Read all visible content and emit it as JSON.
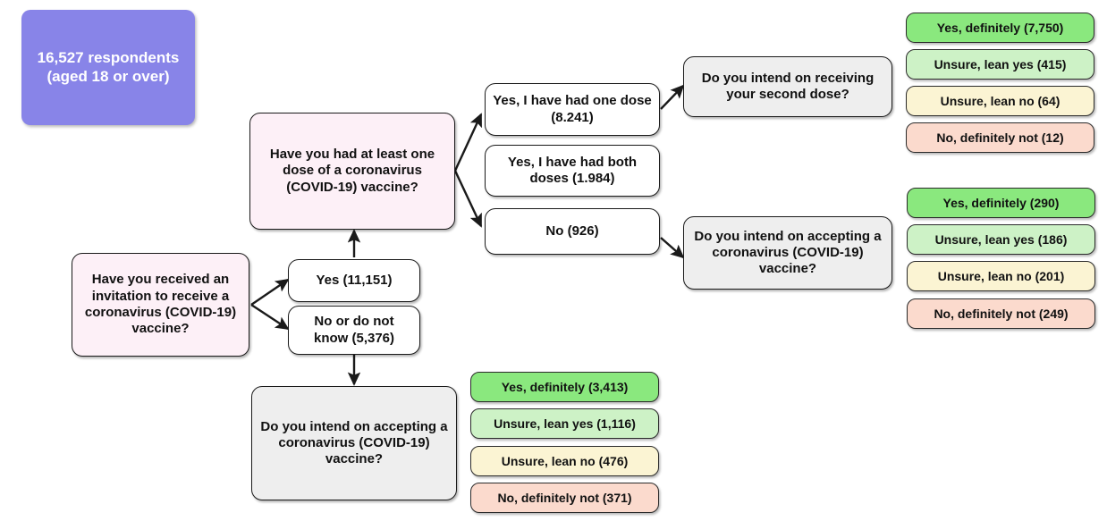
{
  "diagram": {
    "title": "COVID-19 vaccine survey response flowchart",
    "colors": {
      "root_fill": "#8884e8",
      "question_pink_fill": "#fdf0f7",
      "question_grey_fill": "#eeeeee",
      "answer_white_fill": "#ffffff",
      "option_yes_definitely": "#8ae87e",
      "option_unsure_lean_yes": "#cdf2c6",
      "option_unsure_lean_no": "#fbf4d3",
      "option_no_definitely_not": "#fbdacd",
      "edge_stroke": "#1a1a1a"
    },
    "root": {
      "label": "16,527 respondents (aged 18 or over)",
      "count": 16527
    },
    "questions": {
      "invitation": "Have you received an invitation to receive a coronavirus (COVID-19) vaccine?",
      "at_least_one_dose": "Have you had at least one dose of a coronavirus (COVID-19) vaccine?",
      "second_dose_intent": "Do you intend on receiving your second dose?",
      "accept_intent_no_dose": "Do you intend on accepting a coronavirus (COVID-19) vaccine?",
      "accept_intent_no_invite": "Do you intend on accepting a coronavirus (COVID-19) vaccine?"
    },
    "answers": {
      "invitation_yes": "Yes (11,151)",
      "invitation_no": "No or do not know (5,376)",
      "dose_one": "Yes, I have had one dose (8.241)",
      "dose_both": "Yes, I have had both doses (1.984)",
      "dose_none": "No (926)"
    },
    "option_groups": {
      "second_dose": [
        {
          "label": "Yes, definitely (7,750)",
          "style": "yes"
        },
        {
          "label": "Unsure, lean yes (415)",
          "style": "leanyes"
        },
        {
          "label": "Unsure, lean no (64)",
          "style": "leanno"
        },
        {
          "label": "No, definitely not (12)",
          "style": "no"
        }
      ],
      "accept_no_dose": [
        {
          "label": "Yes, definitely (290)",
          "style": "yes"
        },
        {
          "label": "Unsure, lean yes (186)",
          "style": "leanyes"
        },
        {
          "label": "Unsure, lean no (201)",
          "style": "leanno"
        },
        {
          "label": "No, definitely not (249)",
          "style": "no"
        }
      ],
      "accept_no_invite": [
        {
          "label": "Yes, definitely (3,413)",
          "style": "yes"
        },
        {
          "label": "Unsure, lean yes (1,116)",
          "style": "leanyes"
        },
        {
          "label": "Unsure, lean no (476)",
          "style": "leanno"
        },
        {
          "label": "No, definitely not (371)",
          "style": "no"
        }
      ]
    }
  },
  "chart_data": {
    "type": "diagram",
    "title": "COVID-19 vaccine survey response flowchart",
    "nodes": [
      {
        "id": "root",
        "label": "16,527 respondents (aged 18 or over)",
        "value": 16527,
        "kind": "root"
      },
      {
        "id": "q_invite",
        "label": "Have you received an invitation to receive a coronavirus (COVID-19) vaccine?",
        "kind": "question"
      },
      {
        "id": "a_invite_yes",
        "label": "Yes (11,151)",
        "value": 11151,
        "kind": "answer"
      },
      {
        "id": "a_invite_no",
        "label": "No or do not know (5,376)",
        "value": 5376,
        "kind": "answer"
      },
      {
        "id": "q_dose",
        "label": "Have you had at least one dose of a coronavirus (COVID-19) vaccine?",
        "kind": "question"
      },
      {
        "id": "a_dose_one",
        "label": "Yes, I have had one dose (8.241)",
        "value": 8241,
        "kind": "answer"
      },
      {
        "id": "a_dose_both",
        "label": "Yes, I have had both doses (1.984)",
        "value": 1984,
        "kind": "answer"
      },
      {
        "id": "a_dose_none",
        "label": "No (926)",
        "value": 926,
        "kind": "answer"
      },
      {
        "id": "q_second",
        "label": "Do you intend on receiving your second dose?",
        "kind": "question"
      },
      {
        "id": "q_accept_nodose",
        "label": "Do you intend on accepting a coronavirus (COVID-19) vaccine?",
        "kind": "question"
      },
      {
        "id": "q_accept_noinvite",
        "label": "Do you intend on accepting a coronavirus (COVID-19) vaccine?",
        "kind": "question"
      }
    ],
    "edges": [
      {
        "from": "q_invite",
        "to": "a_invite_yes"
      },
      {
        "from": "q_invite",
        "to": "a_invite_no"
      },
      {
        "from": "a_invite_yes",
        "to": "q_dose"
      },
      {
        "from": "a_invite_no",
        "to": "q_accept_noinvite"
      },
      {
        "from": "q_dose",
        "to": "a_dose_one"
      },
      {
        "from": "q_dose",
        "to": "a_dose_none"
      },
      {
        "from": "a_dose_one",
        "to": "q_second"
      },
      {
        "from": "a_dose_none",
        "to": "q_accept_nodose"
      }
    ],
    "outcomes": [
      {
        "question": "Do you intend on receiving your second dose?",
        "categories": [
          "Yes, definitely",
          "Unsure, lean yes",
          "Unsure, lean no",
          "No, definitely not"
        ],
        "values": [
          7750,
          415,
          64,
          12
        ]
      },
      {
        "question": "Do you intend on accepting a coronavirus (COVID-19) vaccine? (had no dose)",
        "categories": [
          "Yes, definitely",
          "Unsure, lean yes",
          "Unsure, lean no",
          "No, definitely not"
        ],
        "values": [
          290,
          186,
          201,
          249
        ]
      },
      {
        "question": "Do you intend on accepting a coronavirus (COVID-19) vaccine? (no invitation)",
        "categories": [
          "Yes, definitely",
          "Unsure, lean yes",
          "Unsure, lean no",
          "No, definitely not"
        ],
        "values": [
          3413,
          1116,
          476,
          371
        ]
      }
    ]
  }
}
